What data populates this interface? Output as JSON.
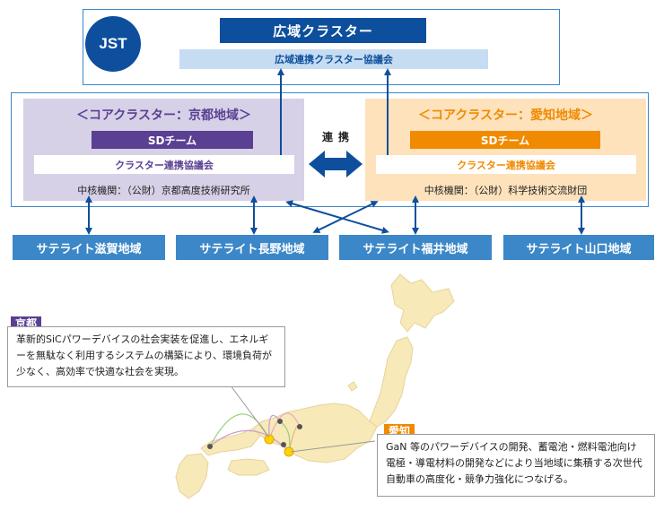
{
  "jst": {
    "label": "JST"
  },
  "wide": {
    "title": "広域クラスター",
    "council": "広域連携クラスター協議会"
  },
  "kyoto": {
    "core_title": "＜コアクラスター：京都地域＞",
    "sd_team": "SDチーム",
    "council": "クラスター連携協議会",
    "org": "中核機関：（公財）京都高度技術研究所"
  },
  "aichi": {
    "core_title": "＜コアクラスター：愛知地域＞",
    "sd_team": "SDチーム",
    "council": "クラスター連携協議会",
    "org": "中核機関：（公財）科学技術交流財団"
  },
  "renkei": "連携",
  "satellites": [
    "サテライト滋賀地域",
    "サテライト長野地域",
    "サテライト福井地域",
    "サテライト山口地域"
  ],
  "callout_kyoto": {
    "tag": "京都",
    "text": "革新的SiCパワーデバイスの社会実装を促進し、エネルギーを無駄なく利用するシステムの構築により、環境負荷が少なく、高効率で快適な社会を実現。"
  },
  "callout_aichi": {
    "tag": "愛知",
    "text": "GaN 等のパワーデバイスの開発、蓄電池・燃料電池向け電極・導電材料の開発などにより当地域に集積する次世代自動車の高度化・競争力強化につなげる。"
  },
  "colors": {
    "jst_blue": "#0d4f9c",
    "light_blue": "#c6dcf2",
    "mid_blue": "#3b87c8",
    "kyoto_purple": "#5a3f93",
    "kyoto_bg": "#d6d1e7",
    "aichi_orange": "#f08a00",
    "aichi_bg": "#fde2bc",
    "map_land": "#f7e9b8"
  }
}
